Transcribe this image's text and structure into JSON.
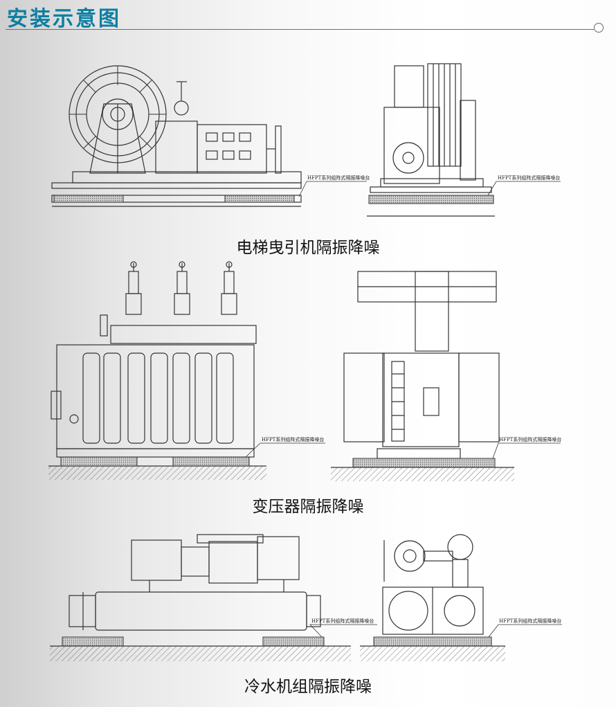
{
  "header": {
    "title": "安装示意图"
  },
  "sections": [
    {
      "caption": "电梯曳引机隔振降噪"
    },
    {
      "caption": "变压器隔振降噪"
    },
    {
      "caption": "冷水机组隔振降噪"
    }
  ],
  "callout_label": "HFPT系列组阵式隔振降噪台",
  "colors": {
    "title": "#0c7fa1",
    "line": "#333333",
    "pad": "#9a9a9a"
  }
}
